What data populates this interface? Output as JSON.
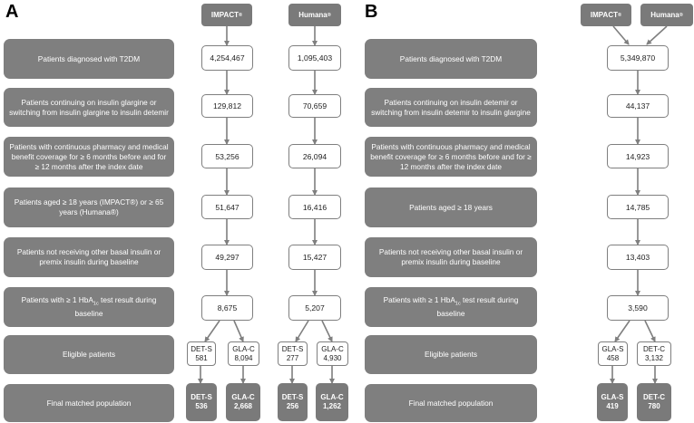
{
  "panel_a": {
    "letter": "A",
    "sources": {
      "left": "IMPACT",
      "right": "Humana",
      "reg": "®"
    },
    "rows": [
      {
        "label": "Patients diagnosed with T2DM",
        "impact": "4,254,467",
        "humana": "1,095,403"
      },
      {
        "label": "Patients continuing on insulin glargine or switching from insulin glargine to insulin detemir",
        "impact": "129,812",
        "humana": "70,659"
      },
      {
        "label": "Patients with continuous pharmacy and medical benefit coverage for ≥ 6 months before and for ≥ 12 months after the index date",
        "impact": "53,256",
        "humana": "26,094"
      },
      {
        "label": "Patients aged ≥ 18 years (IMPACT®)  or ≥ 65 years (Humana®)",
        "impact": "51,647",
        "humana": "16,416"
      },
      {
        "label": "Patients not receiving other basal insulin or premix insulin during baseline",
        "impact": "49,297",
        "humana": "15,427"
      },
      {
        "label_pre": "Patients with ≥ 1 HbA",
        "label_sub": "1c",
        "label_post": " test result during baseline",
        "impact": "8,675",
        "humana": "5,207"
      }
    ],
    "eligible_label": "Eligible patients",
    "eligible": [
      {
        "name": "DET-S",
        "value": "581"
      },
      {
        "name": "GLA-C",
        "value": "8,094"
      },
      {
        "name": "DET-S",
        "value": "277"
      },
      {
        "name": "GLA-C",
        "value": "4,930"
      }
    ],
    "final_label": "Final matched population",
    "final": [
      {
        "name": "DET-S",
        "value": "536"
      },
      {
        "name": "GLA-C",
        "value": "2,668"
      },
      {
        "name": "DET-S",
        "value": "256"
      },
      {
        "name": "GLA-C",
        "value": "1,262"
      }
    ]
  },
  "panel_b": {
    "letter": "B",
    "sources": {
      "left": "IMPACT",
      "right": "Humana",
      "reg": "®"
    },
    "rows": [
      {
        "label": "Patients diagnosed with T2DM",
        "value": "5,349,870"
      },
      {
        "label": "Patients continuing on insulin detemir or switching from insulin detemir to insulin glargine",
        "value": "44,137"
      },
      {
        "label": "Patients with continuous pharmacy and medical benefit coverage for ≥ 6 months before and for ≥ 12 months after the index date",
        "value": "14,923"
      },
      {
        "label": "Patients aged ≥ 18 years",
        "value": "14,785"
      },
      {
        "label": "Patients not receiving other basal insulin or premix insulin during baseline",
        "value": "13,403"
      },
      {
        "label_pre": "Patients with ≥ 1 HbA",
        "label_sub": "1c",
        "label_post": " test result during baseline",
        "value": "3,590"
      }
    ],
    "eligible_label": "Eligible patients",
    "eligible": [
      {
        "name": "GLA-S",
        "value": "458"
      },
      {
        "name": "DET-C",
        "value": "3,132"
      }
    ],
    "final_label": "Final matched population",
    "final": [
      {
        "name": "GLA-S",
        "value": "419"
      },
      {
        "name": "DET-C",
        "value": "780"
      }
    ]
  }
}
